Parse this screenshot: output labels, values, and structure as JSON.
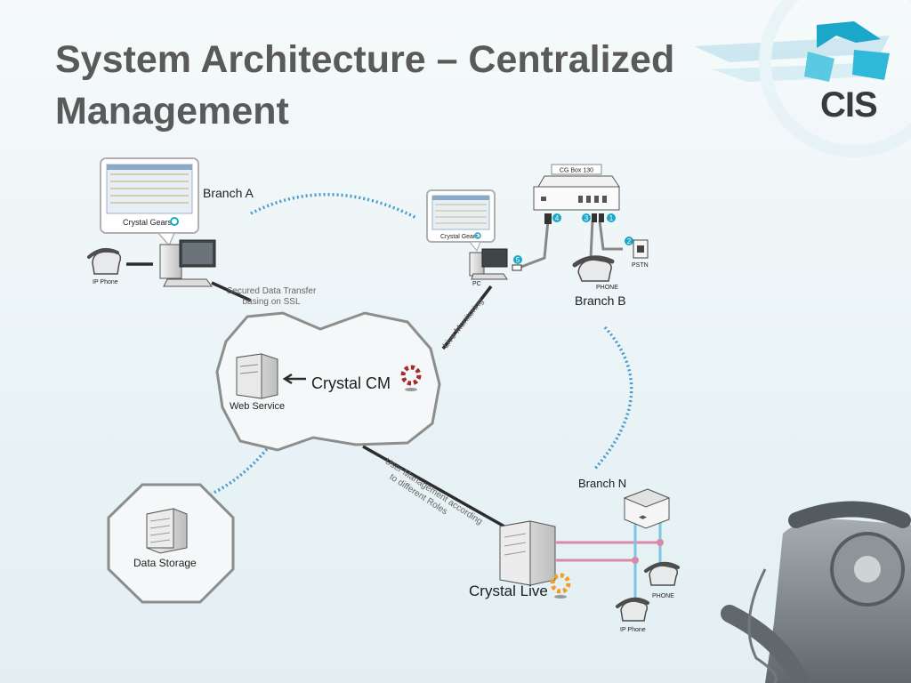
{
  "slide": {
    "title": "System Architecture – Centralized Management",
    "logo_text": "CIS",
    "colors": {
      "title": "#5a5a5a",
      "accent": "#1aa7c9",
      "dotted": "#4a9cc8",
      "pink": "#d98aa8",
      "blue_line": "#7cc6e4"
    }
  },
  "diagram": {
    "branch_a": {
      "label": "Branch A",
      "screen_caption": "Crystal Gears",
      "phone_label": "IP Phone"
    },
    "transfer_label": "Secured Data Transfer basing on SSL",
    "cloud": {
      "service_label": "Web Service",
      "product_label": "Crystal CM"
    },
    "live_monitoring": "Live Monitoring",
    "branch_b": {
      "label": "Branch B",
      "box_label": "CG Box 130",
      "screen_caption": "Crystal Gears",
      "pc_label": "PC",
      "phone_label": "PHONE",
      "pstn_label": "PSTN",
      "ports": [
        "1",
        "2",
        "3",
        "4",
        "5"
      ]
    },
    "storage": {
      "label": "Data Storage"
    },
    "user_mgmt": "User Management according to different Roles",
    "branch_n": {
      "label": "Branch N",
      "product_label": "Crystal Live",
      "phone_label": "PHONE",
      "ip_phone_label": "IP Phone"
    }
  }
}
